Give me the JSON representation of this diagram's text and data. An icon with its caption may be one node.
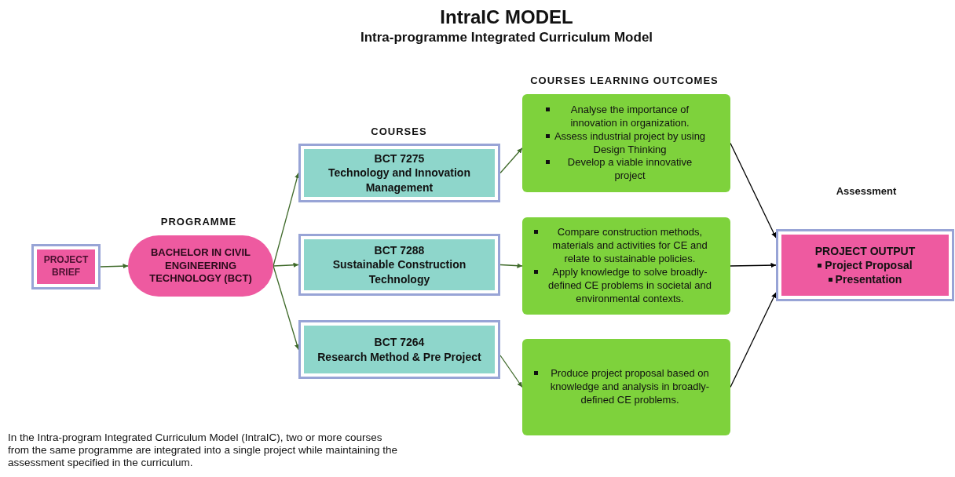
{
  "diagram": {
    "title": "IntraIC MODEL",
    "caption": "In the Intra-program Integrated Curriculum Model (IntraIC), two or more courses from the same programme are integrated into a single project while maintaining the assessment  specified in the curriculum.",
    "nodes": [
      {
        "text": [
          "PROJECT BRIEF"
        ]
      },
      {
        "text": [
          "BACHELOR IN CIVIL ENGINEERING TECHNOLOGY (BCT)"
        ]
      },
      {
        "text": [
          "BCT 7275",
          "Technology and Innovation Management"
        ]
      },
      {
        "text": [
          "BCT 7288",
          "Sustainable Construction Technology"
        ]
      },
      {
        "text": [
          "BCT 7264",
          "Research Method & Pre Project"
        ]
      },
      {
        "text": [
          "Analyse the importance of innovation   in organization.",
          "Assess industrial project by using Design Thinking",
          "Develop a viable innovative project"
        ]
      },
      {
        "text": [
          "Compare construction methods, materials and activities for CE and relate to sustainable policies.",
          "Apply knowledge to solve broadly-defined CE problems in societal and environmental contexts."
        ]
      },
      {
        "text": [
          "Produce project proposal based on knowledge and analysis in broadly-defined CE problems."
        ]
      },
      {
        "text": [
          "PROJECT OUTPUT",
          "Project Proposal",
          "Presentation"
        ]
      }
    ],
    "edges": [
      {
        "from": 0,
        "to": 1,
        "arrow": "to"
      },
      {
        "from": 1,
        "to": 2,
        "arrow": "to"
      },
      {
        "from": 1,
        "to": 3,
        "arrow": "to"
      },
      {
        "from": 1,
        "to": 4,
        "arrow": "to"
      },
      {
        "from": 2,
        "to": 5,
        "arrow": "to"
      },
      {
        "from": 3,
        "to": 6,
        "arrow": "to"
      },
      {
        "from": 4,
        "to": 7,
        "arrow": "to"
      },
      {
        "from": 5,
        "to": 8,
        "arrow": "to",
        "color": "#000000"
      },
      {
        "from": 6,
        "to": 8,
        "arrow": "to",
        "color": "#000000"
      },
      {
        "from": 7,
        "to": 8,
        "arrow": "to",
        "color": "#000000"
      }
    ],
    "labels": [
      "Intra-programme Integrated Curriculum Model",
      "COURSES LEARNING OUTCOMES",
      "COURSES",
      "Assessment",
      "PROGRAMME"
    ]
  }
}
